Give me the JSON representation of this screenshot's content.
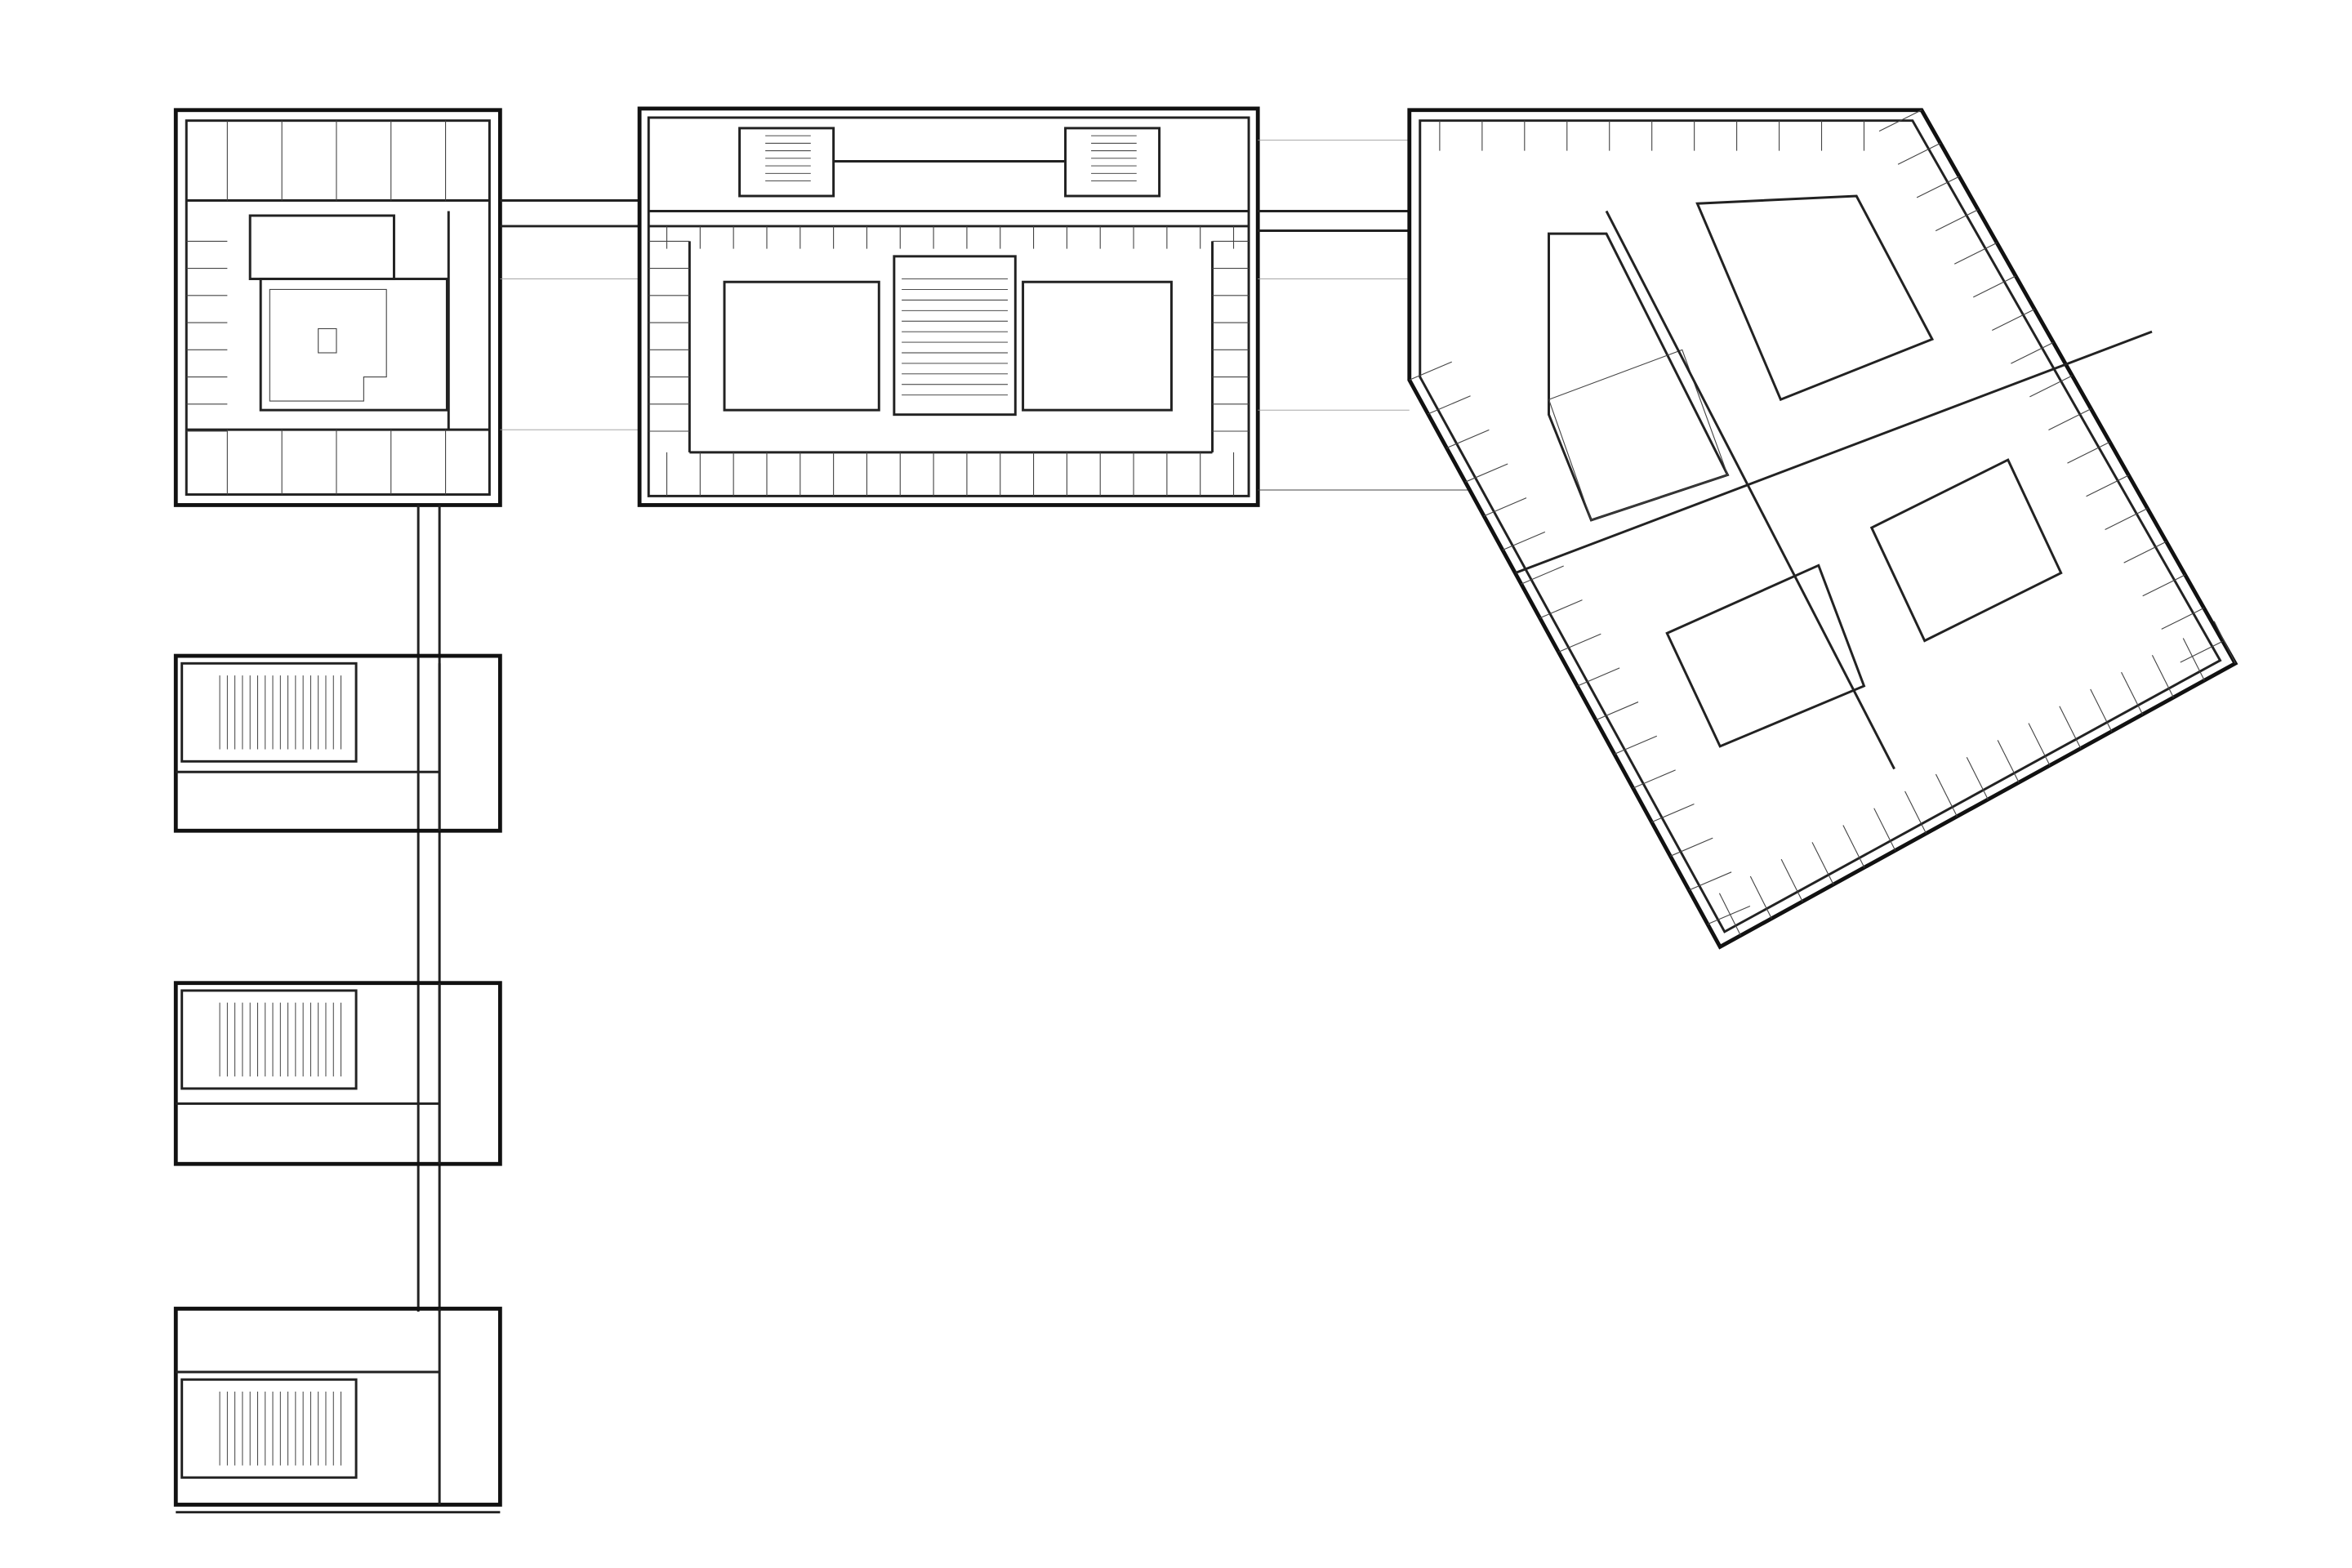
{
  "plan": {
    "type": "architectural floor plan",
    "colors": {
      "line": "#222222",
      "background": "#ffffff"
    },
    "buildings": [
      {
        "id": "north-west-block"
      },
      {
        "id": "central-block"
      },
      {
        "id": "rotated-east-block"
      },
      {
        "id": "lecture-hall-block-1"
      },
      {
        "id": "lecture-hall-block-2"
      },
      {
        "id": "lecture-hall-block-3"
      }
    ]
  }
}
